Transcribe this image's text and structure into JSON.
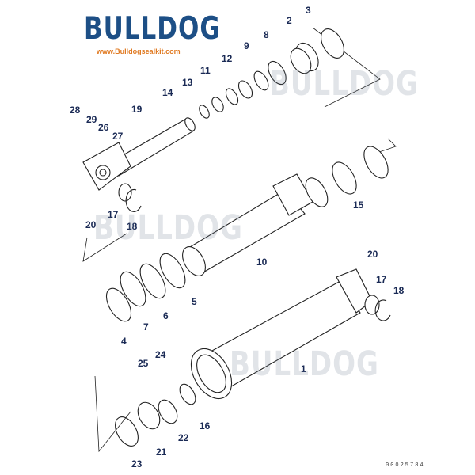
{
  "logo": {
    "brand": "BULLDOG",
    "url": "www.Bulldogsealkit.com",
    "brand_color": "#1d4f86",
    "url_color": "#e07a22"
  },
  "watermarks": [
    "BULLDOG",
    "BULLDOG",
    "BULLDOG"
  ],
  "drawing_number": "00025784",
  "callouts": [
    "1",
    "2",
    "3",
    "4",
    "5",
    "6",
    "7",
    "8",
    "9",
    "10",
    "11",
    "12",
    "13",
    "14",
    "15",
    "16",
    "17",
    "18",
    "19",
    "20",
    "21",
    "22",
    "23",
    "24",
    "25",
    "26",
    "27",
    "28",
    "29",
    "17",
    "18",
    "20"
  ]
}
